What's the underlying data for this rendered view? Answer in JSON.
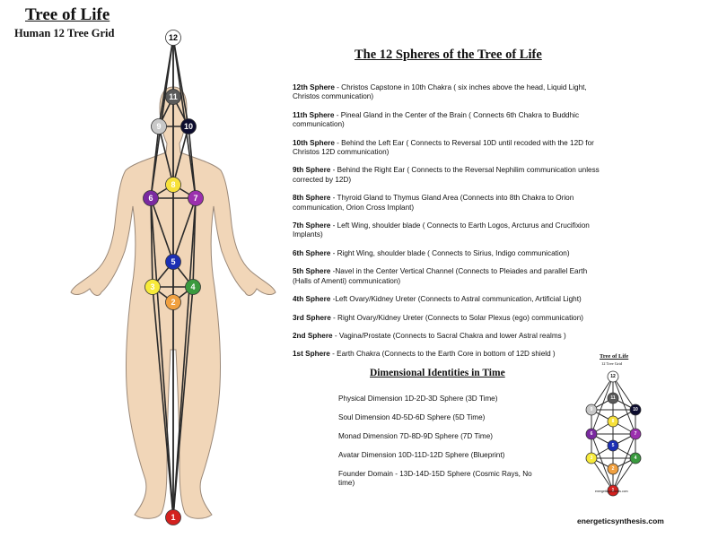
{
  "header": {
    "title": "Tree of Life",
    "subtitle": "Human 12 Tree Grid"
  },
  "spheres_section": {
    "heading": "The 12 Spheres of the Tree of Life",
    "items": [
      {
        "name": "12th Sphere",
        "text": " - Christos Capstone in 10th Chakra ( six inches above the head, Liquid Light, Christos communication)"
      },
      {
        "name": "11th Sphere",
        "text": " - Pineal Gland in the Center of the Brain ( Connects 6th Chakra to Buddhic communication)"
      },
      {
        "name": "10th Sphere",
        "text": " - Behind the Left Ear ( Connects to Reversal 10D until recoded with the 12D for Christos 12D communication)"
      },
      {
        "name": "9th Sphere",
        "text": " - Behind the Right Ear ( Connects to the Reversal Nephilim communication unless corrected by 12D)"
      },
      {
        "name": "8th Sphere",
        "text": " - Thyroid Gland to Thymus Gland Area  (Connects into 8th Chakra to Orion communication, Orion Cross Implant)"
      },
      {
        "name": "7th Sphere",
        "text": " - Left Wing, shoulder blade ( Connects to Earth Logos, Arcturus and Crucifixion Implants)"
      },
      {
        "name": "6th Sphere",
        "text": " - Right Wing, shoulder blade ( Connects to Sirius, Indigo communication)"
      },
      {
        "name": "5th Sphere",
        "text": " -Navel in the Center Vertical Channel (Connects to Pleiades and parallel Earth (Halls of Amenti) communication)"
      },
      {
        "name": "4th Sphere",
        "text": " -Left Ovary/Kidney Ureter (Connects to Astral communication, Artificial Light)"
      },
      {
        "name": "3rd Sphere",
        "text": " - Right Ovary/Kidney Ureter (Connects to Solar Plexus (ego) communication)"
      },
      {
        "name": "2nd Sphere",
        "text": " - Vagina/Prostate (Connects to Sacral Chakra and lower Astral realms )"
      },
      {
        "name": "1st Sphere",
        "text": " - Earth Chakra  (Connects to the Earth Core in bottom of 12D shield )"
      }
    ]
  },
  "dimensions_section": {
    "heading": "Dimensional Identities in Time",
    "items": [
      "Physical Dimension 1D-2D-3D Sphere (3D Time)",
      "Soul Dimension 4D-5D-6D Sphere (5D Time)",
      "Monad Dimension 7D-8D-9D Sphere (7D Time)",
      "Avatar Dimension 10D-11D-12D Sphere (Blueprint)",
      "Founder Domain - 13D-14D-15D Sphere  (Cosmic Rays, No time)"
    ]
  },
  "mini_diagram": {
    "title": "Tree of Life",
    "subtitle": "12 Tree Grid",
    "credit": "energeticsynthesis.com"
  },
  "credit": "energeticsynthesis.com",
  "colors": {
    "body_fill": "#f1d6b8",
    "body_outline": "#9a8878",
    "line": "#2a2a2a",
    "sphere_1": "#d3211f",
    "sphere_2": "#f0a040",
    "sphere_3": "#f7ea3a",
    "sphere_4": "#3a9a3e",
    "sphere_5": "#1b2fb3",
    "sphere_6": "#7a2aa0",
    "sphere_7": "#9b2fae",
    "sphere_8": "#f7e13a",
    "sphere_9": "#c8c8c8",
    "sphere_10": "#0c0c2e",
    "sphere_11": "#5a5a5a",
    "sphere_12": "#ffffff"
  },
  "nodes": [
    {
      "label": "1",
      "color": "#d3211f",
      "text_color": "#ffffff"
    },
    {
      "label": "2",
      "color": "#f0a040",
      "text_color": "#ffffff"
    },
    {
      "label": "3",
      "color": "#f7ea3a",
      "text_color": "#ffffff"
    },
    {
      "label": "4",
      "color": "#3a9a3e",
      "text_color": "#ffffff"
    },
    {
      "label": "5",
      "color": "#1b2fb3",
      "text_color": "#ffffff"
    },
    {
      "label": "6",
      "color": "#7a2aa0",
      "text_color": "#ffffff"
    },
    {
      "label": "7",
      "color": "#9b2fae",
      "text_color": "#ffffff"
    },
    {
      "label": "8",
      "color": "#f7e13a",
      "text_color": "#ffffff"
    },
    {
      "label": "9",
      "color": "#c8c8c8",
      "text_color": "#ffffff"
    },
    {
      "label": "10",
      "color": "#0c0c2e",
      "text_color": "#ffffff"
    },
    {
      "label": "11",
      "color": "#5a5a5a",
      "text_color": "#ffffff"
    },
    {
      "label": "12",
      "color": "#ffffff",
      "text_color": "#000000"
    }
  ]
}
